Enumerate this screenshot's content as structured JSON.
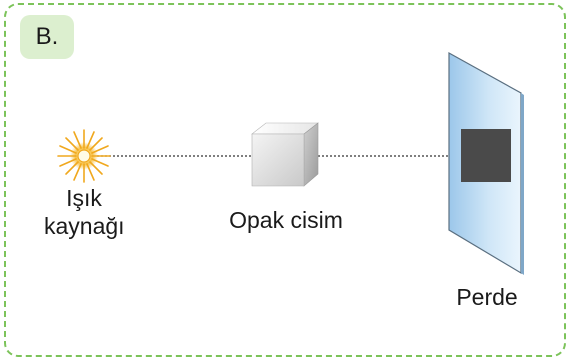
{
  "panel": {
    "badge_label": "B.",
    "border_color": "#7cc35a",
    "badge_color": "#dcefcf"
  },
  "diagram": {
    "light_source": {
      "icon": "sun-burst-icon",
      "label_line1": "Işık",
      "label_line2": "kaynağı"
    },
    "opaque_object": {
      "icon": "cube-icon",
      "label": "Opak cisim"
    },
    "screen": {
      "icon": "screen-panel-icon",
      "label": "Perde",
      "shadow_color": "#4a4a4a"
    }
  }
}
